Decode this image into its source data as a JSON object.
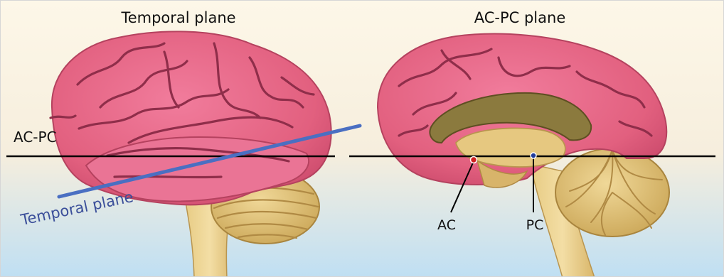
{
  "panels": {
    "left": {
      "title": "Temporal plane"
    },
    "right": {
      "title": "AC-PC plane"
    }
  },
  "labels": {
    "acpc_line": "AC-PC",
    "temporal_plane_line": "Temporal plane",
    "ac": "AC",
    "pc": "PC"
  },
  "colors": {
    "background_top": "#fdf6e6",
    "background_bottom": "#c6e2f3",
    "cortex": "#e8678a",
    "cortex_dark": "#a93a58",
    "cerebellum": "#e3c477",
    "brainstem": "#e9cf8e",
    "corpus_callosum": "#8c7a3f",
    "plane_line": "#000000",
    "temporal_plane_line": "#4a6fc2",
    "temporal_plane_text": "#3b4f9a",
    "ac_marker": "#cc2222",
    "pc_marker": "#1f3a9a"
  }
}
